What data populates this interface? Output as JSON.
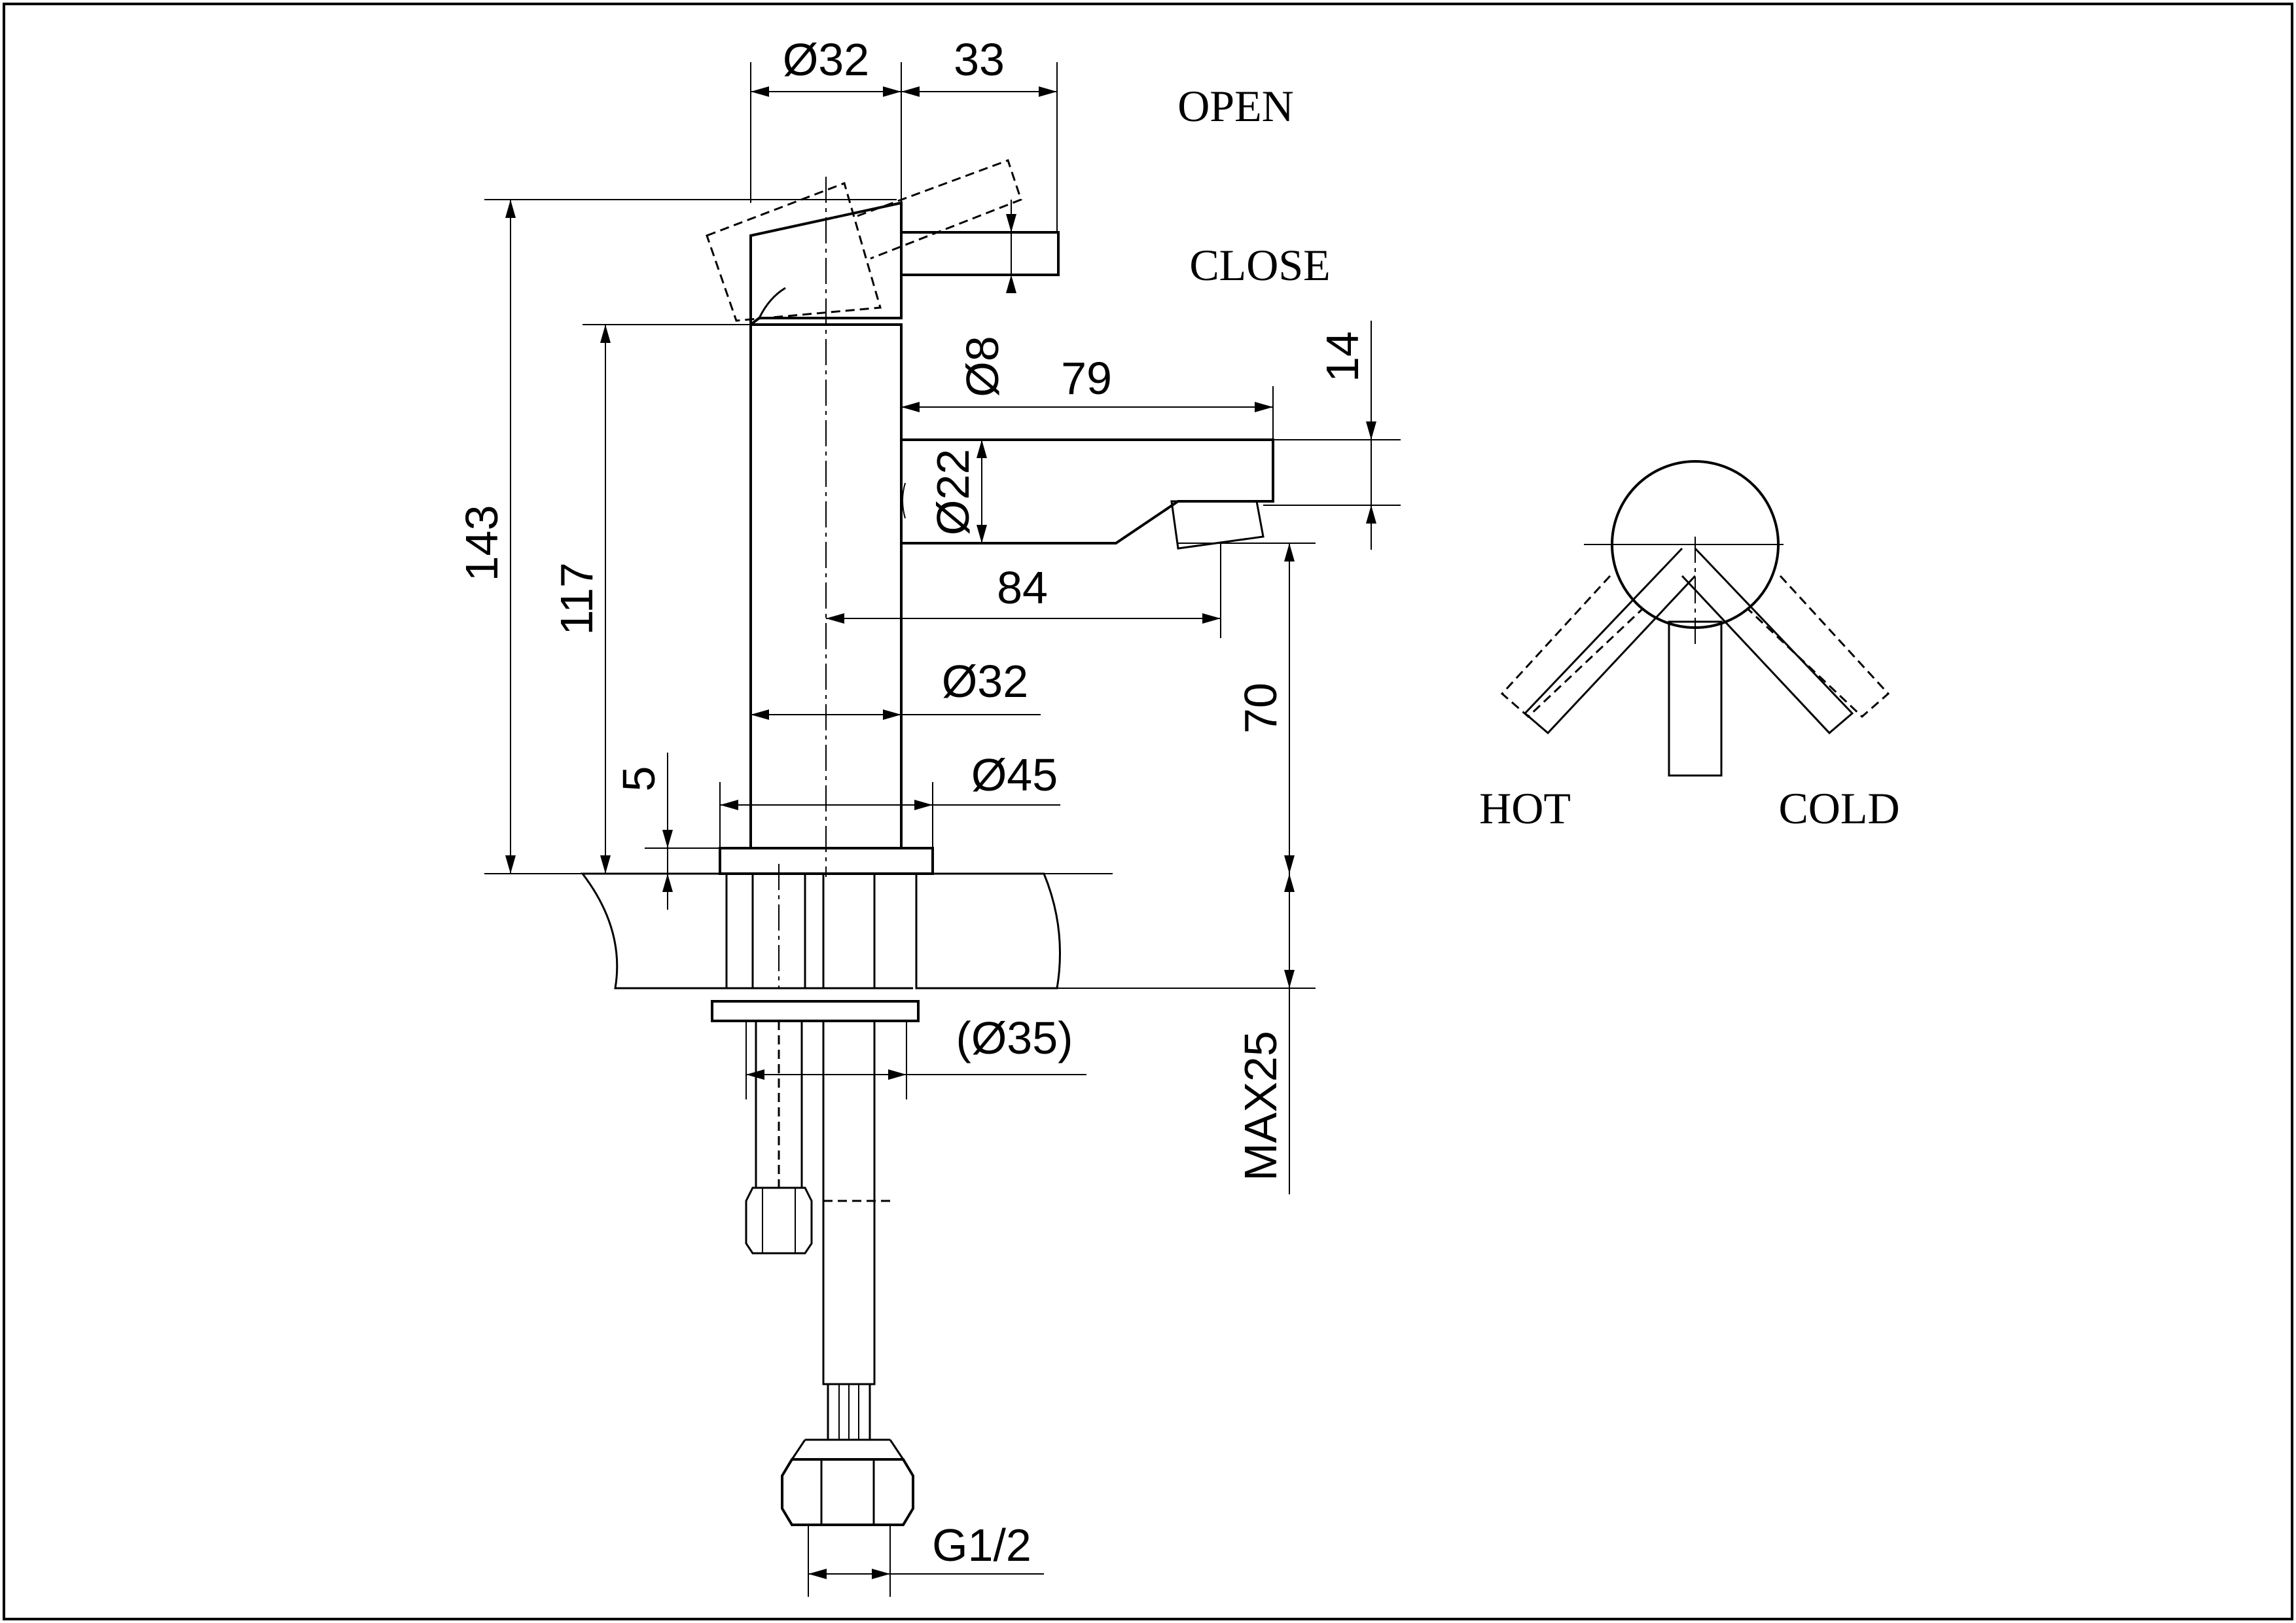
{
  "dimensions": {
    "d32_top": "Ø32",
    "d33": "33",
    "d143": "143",
    "d117": "117",
    "d8": "Ø8",
    "d79": "79",
    "d14": "14",
    "d22": "Ø22",
    "d84": "84",
    "d32_body": "Ø32",
    "d70": "70",
    "d5": "5",
    "d45": "Ø45",
    "d35": "(Ø35)",
    "max25": "MAX25",
    "g12": "G1/2"
  },
  "labels": {
    "open": "OPEN",
    "close": "CLOSE",
    "hot": "HOT",
    "cold": "COLD"
  },
  "colors": {
    "ink": "#000000",
    "paper": "#ffffff"
  }
}
